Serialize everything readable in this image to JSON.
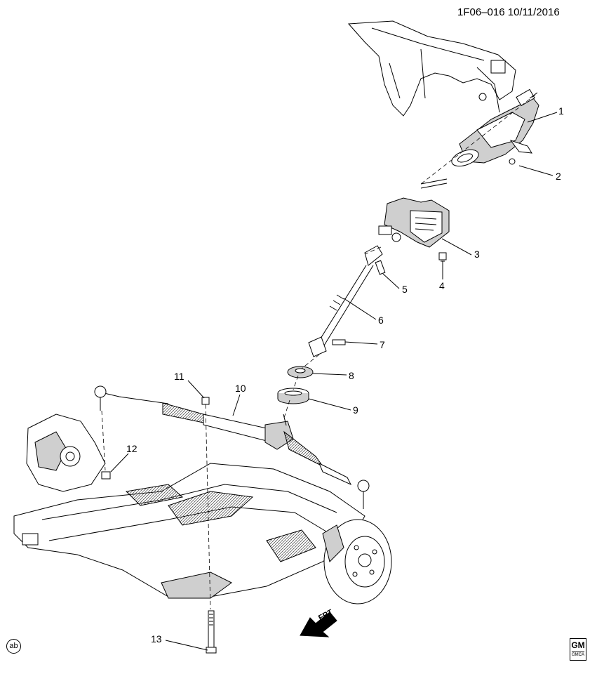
{
  "header": {
    "code": "1F06–016  10/11/2016"
  },
  "callouts": [
    {
      "id": "1",
      "text": "1"
    },
    {
      "id": "2",
      "text": "2"
    },
    {
      "id": "3",
      "text": "3"
    },
    {
      "id": "4",
      "text": "4"
    },
    {
      "id": "5",
      "text": "5"
    },
    {
      "id": "6",
      "text": "6"
    },
    {
      "id": "7",
      "text": "7"
    },
    {
      "id": "8",
      "text": "8"
    },
    {
      "id": "9",
      "text": "9"
    },
    {
      "id": "10",
      "text": "10"
    },
    {
      "id": "11",
      "text": "11"
    },
    {
      "id": "12",
      "text": "12"
    },
    {
      "id": "13",
      "text": "13"
    }
  ],
  "direction_arrow": {
    "text": "FRT"
  },
  "corner_badge": {
    "text": "ab"
  },
  "logo": {
    "brand": "GM",
    "sub": "GMCA"
  },
  "colors": {
    "ink": "#000000",
    "shade": "#cfcfcf",
    "hatch": "#555555",
    "paper": "#ffffff"
  }
}
